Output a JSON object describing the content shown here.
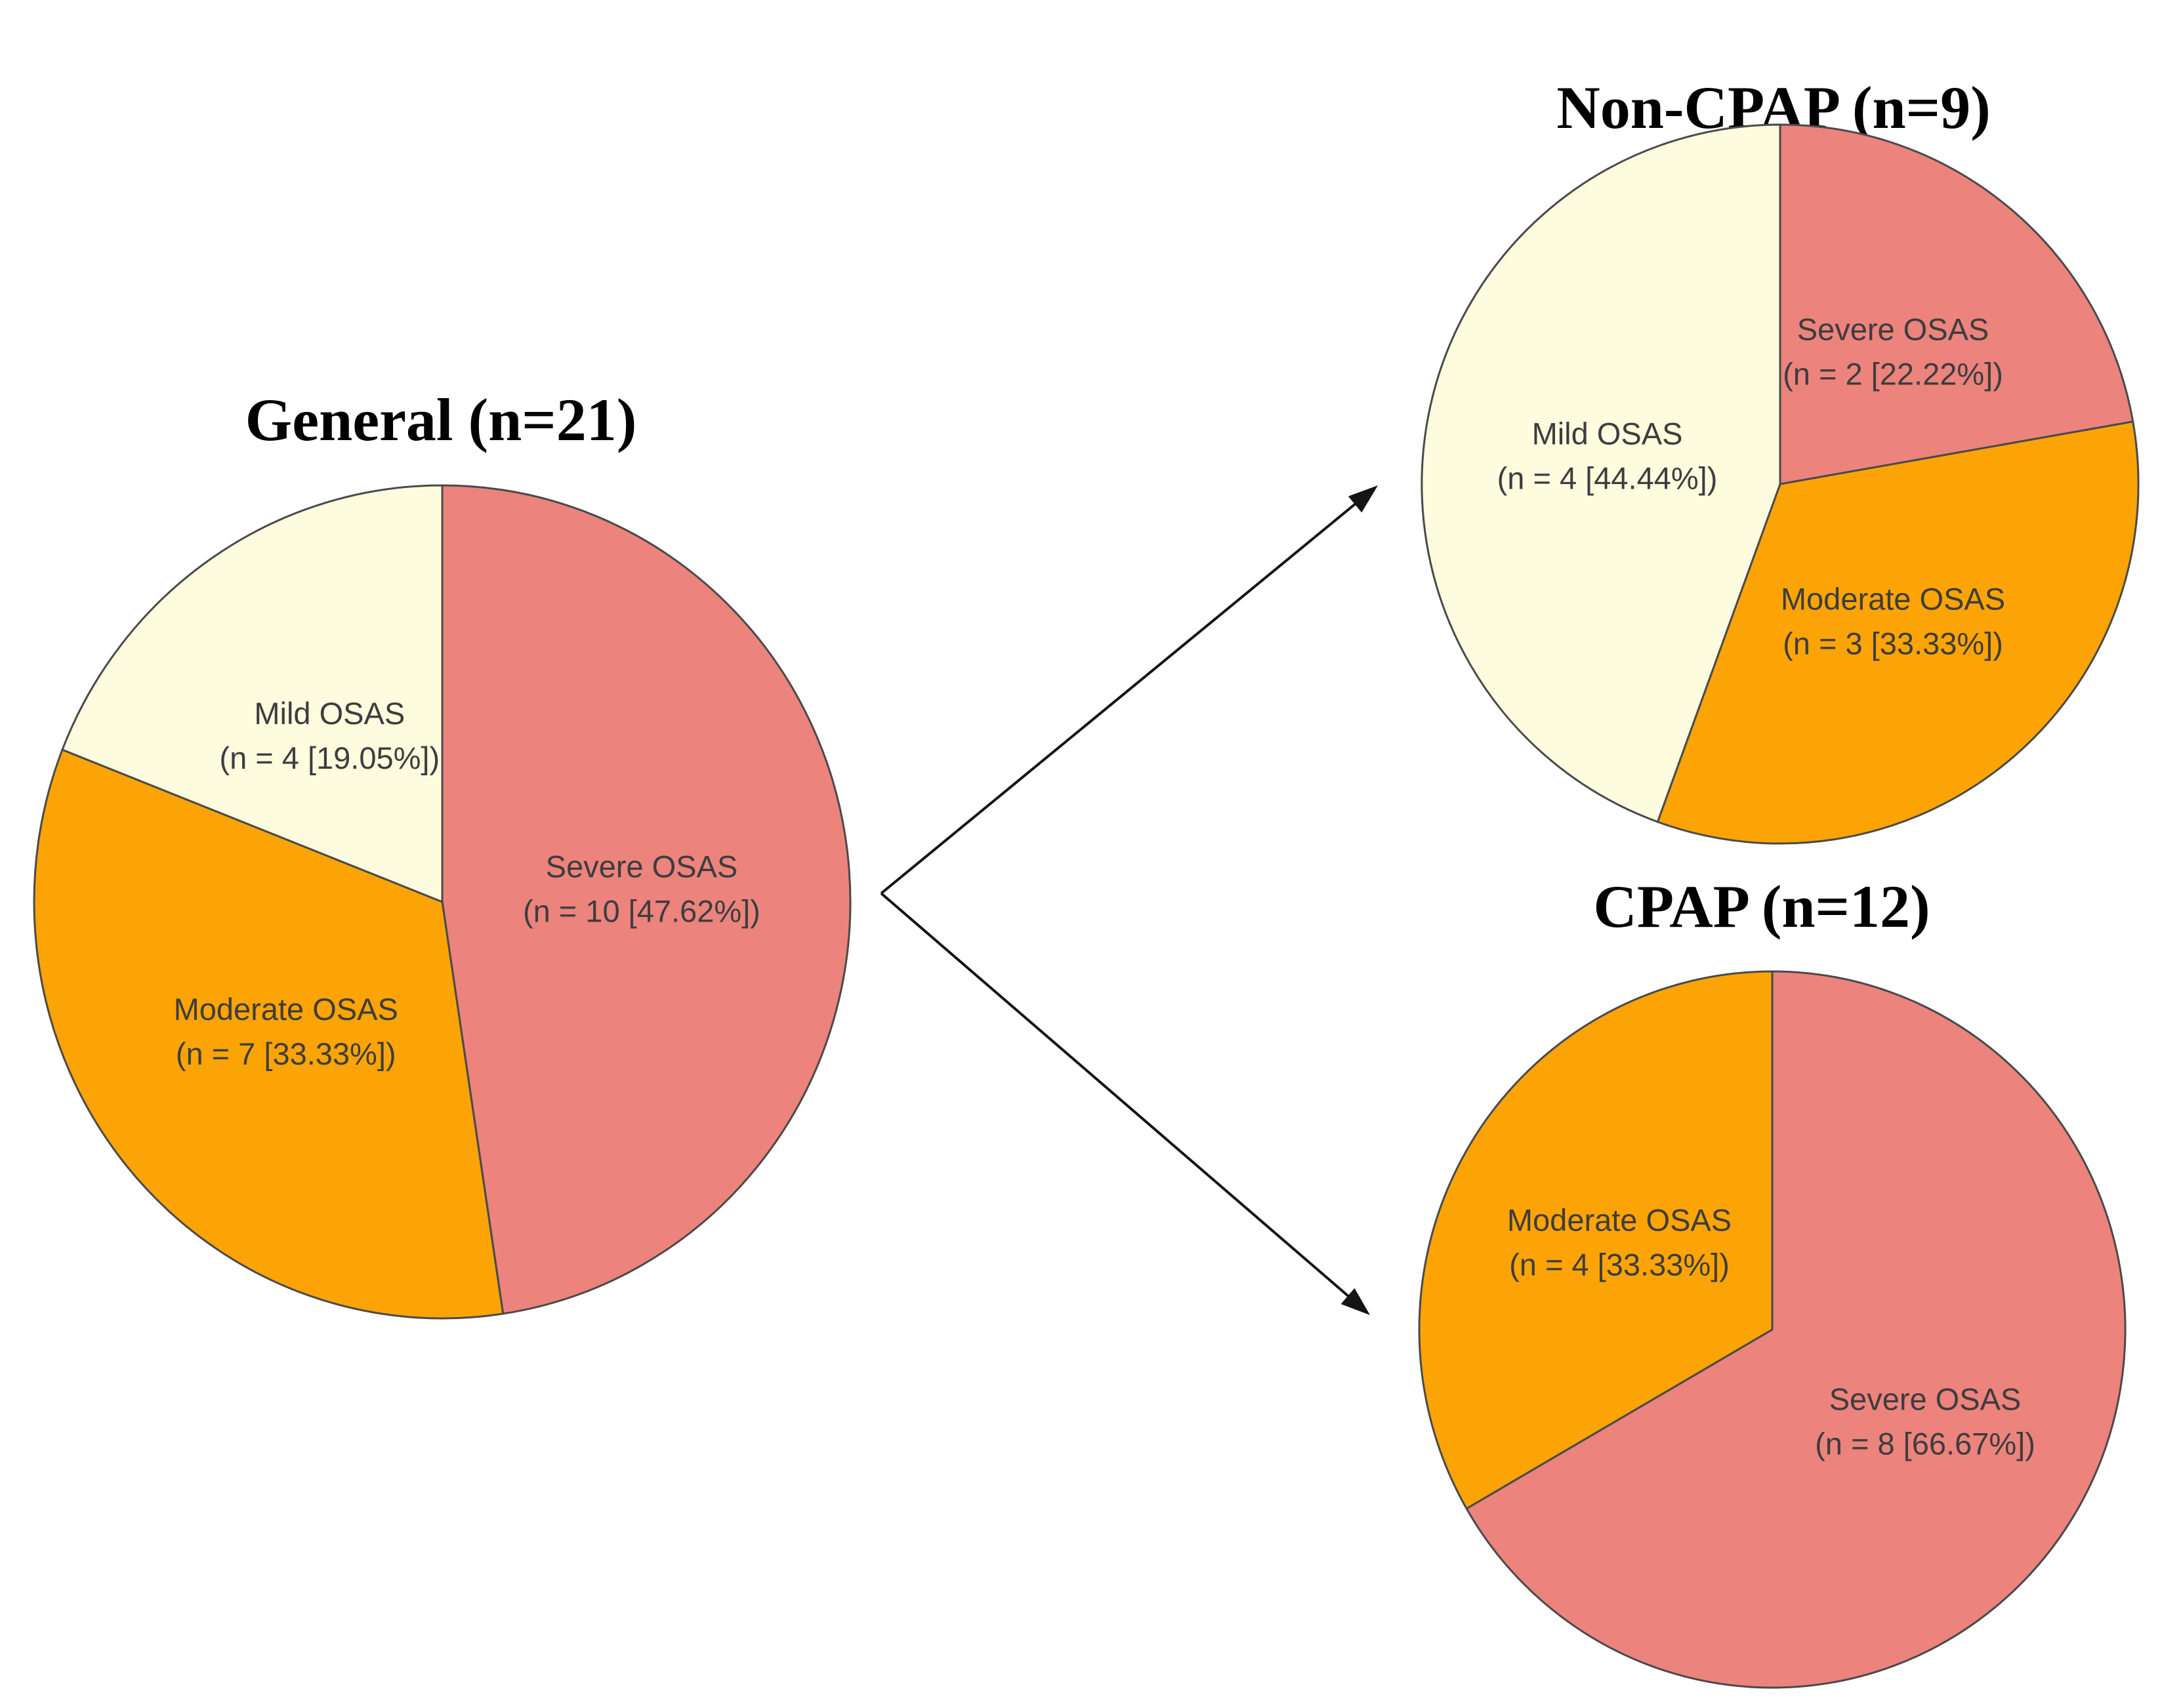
{
  "figure": {
    "background_color": "#ffffff",
    "arrow_color": "#141414",
    "slice_border_color": "#4a4a4a",
    "label_text_color": "#3d3d3d"
  },
  "flow_arrows": [
    {
      "from": "General (n=21)",
      "to": "Non-CPAP (n=9)"
    },
    {
      "from": "General (n=21)",
      "to": "CPAP (n=12)"
    }
  ],
  "chart_data": [
    {
      "type": "pie",
      "id": "general",
      "title": "General (n=21)",
      "total": 21,
      "start_angle_deg": 0,
      "direction": "clockwise",
      "labels_inside": true,
      "slices": [
        {
          "label": "Severe OSAS",
          "sublabel": "(n = 10 [47.62%])",
          "value": 10,
          "percent": 47.62,
          "color": "#EC837D"
        },
        {
          "label": "Moderate OSAS",
          "sublabel": "(n = 7 [33.33%])",
          "value": 7,
          "percent": 33.33,
          "color": "#FCA405"
        },
        {
          "label": "Mild OSAS",
          "sublabel": "(n = 4 [19.05%])",
          "value": 4,
          "percent": 19.05,
          "color": "#FEFCDF"
        }
      ]
    },
    {
      "type": "pie",
      "id": "non-cpap",
      "title": "Non-CPAP (n=9)",
      "total": 9,
      "start_angle_deg": 0,
      "direction": "clockwise",
      "labels_inside": true,
      "slices": [
        {
          "label": "Severe OSAS",
          "sublabel": "(n = 2 [22.22%])",
          "value": 2,
          "percent": 22.22,
          "color": "#EC837D"
        },
        {
          "label": "Moderate OSAS",
          "sublabel": "(n = 3 [33.33%])",
          "value": 3,
          "percent": 33.33,
          "color": "#FCA405"
        },
        {
          "label": "Mild OSAS",
          "sublabel": "(n = 4 [44.44%])",
          "value": 4,
          "percent": 44.44,
          "color": "#FEFCDF"
        }
      ]
    },
    {
      "type": "pie",
      "id": "cpap",
      "title": "CPAP (n=12)",
      "total": 12,
      "start_angle_deg": 0,
      "direction": "clockwise",
      "labels_inside": true,
      "slices": [
        {
          "label": "Severe OSAS",
          "sublabel": "(n = 8 [66.67%])",
          "value": 8,
          "percent": 66.67,
          "color": "#EC837D"
        },
        {
          "label": "Moderate OSAS",
          "sublabel": "(n = 4 [33.33%])",
          "value": 4,
          "percent": 33.33,
          "color": "#FCA405"
        }
      ]
    }
  ]
}
